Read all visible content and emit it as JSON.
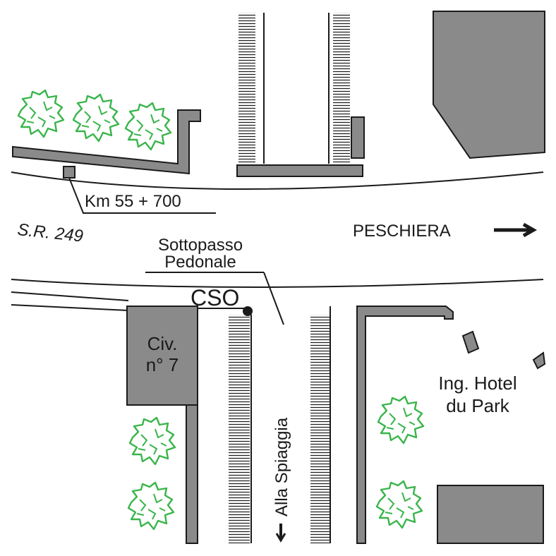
{
  "labels": {
    "road_km": "Km 55 + 700",
    "road_name": "S.R. 249",
    "direction": "PESCHIERA",
    "underpass_line1": "Sottopasso",
    "underpass_line2": "Pedonale",
    "marker": "CSO",
    "building_line1": "Civ.",
    "building_line2": "n° 7",
    "hotel_line1": "Ing. Hotel",
    "hotel_line2": "du Park",
    "beach": "Alla Spiaggia"
  },
  "colors": {
    "building_fill": "#8a8a8a",
    "outline": "#1a1a1a",
    "tree_outline": "#39b54a",
    "background": "#ffffff"
  },
  "icons": {
    "direction_arrow": "arrow-right-icon",
    "beach_arrow": "arrow-down-icon",
    "tree": "tree-icon"
  }
}
